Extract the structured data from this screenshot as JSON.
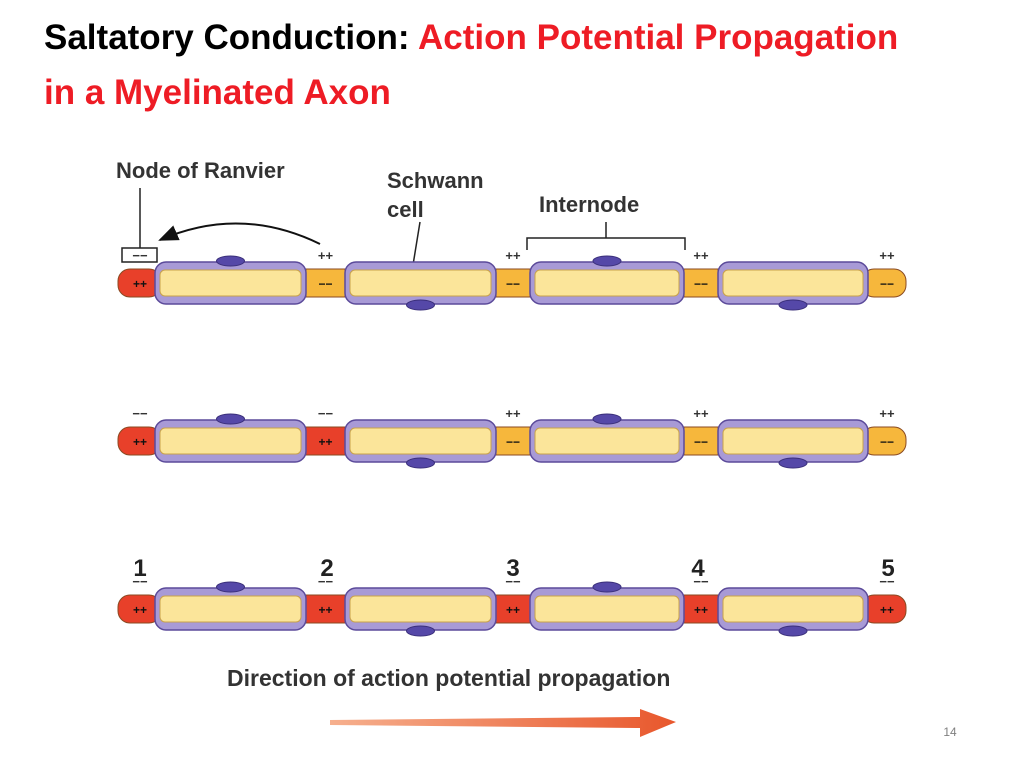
{
  "slide": {
    "title_black": "Saltatory Conduction:",
    "title_red_line1": "Action Potential Propagation",
    "title_red_line2": "in a Myelinated Axon",
    "page_number": "14"
  },
  "diagram": {
    "labels": {
      "node_of_ranvier": "Node of Ranvier",
      "schwann_cell_line1": "Schwann",
      "schwann_cell_line2": "cell",
      "internode": "Internode",
      "direction": "Direction of action potential propagation"
    },
    "node_numbers": [
      "1",
      "2",
      "3",
      "4",
      "5"
    ],
    "signs": {
      "plus": "++",
      "minus": "−−"
    },
    "node_states": [
      [
        "depolarized",
        "resting",
        "resting",
        "resting",
        "resting"
      ],
      [
        "depolarized",
        "depolarized",
        "resting",
        "resting",
        "resting"
      ],
      [
        "depolarized",
        "depolarized",
        "depolarized",
        "depolarized",
        "depolarized"
      ]
    ],
    "colors": {
      "depolarized_node": "#e8402a",
      "resting_node": "#f6b73c",
      "axon_core": "#fbe59a",
      "myelin_sheath": "#a89ad6",
      "schwann_nucleus": "#5548a8",
      "arrow": "#e8572c"
    }
  }
}
